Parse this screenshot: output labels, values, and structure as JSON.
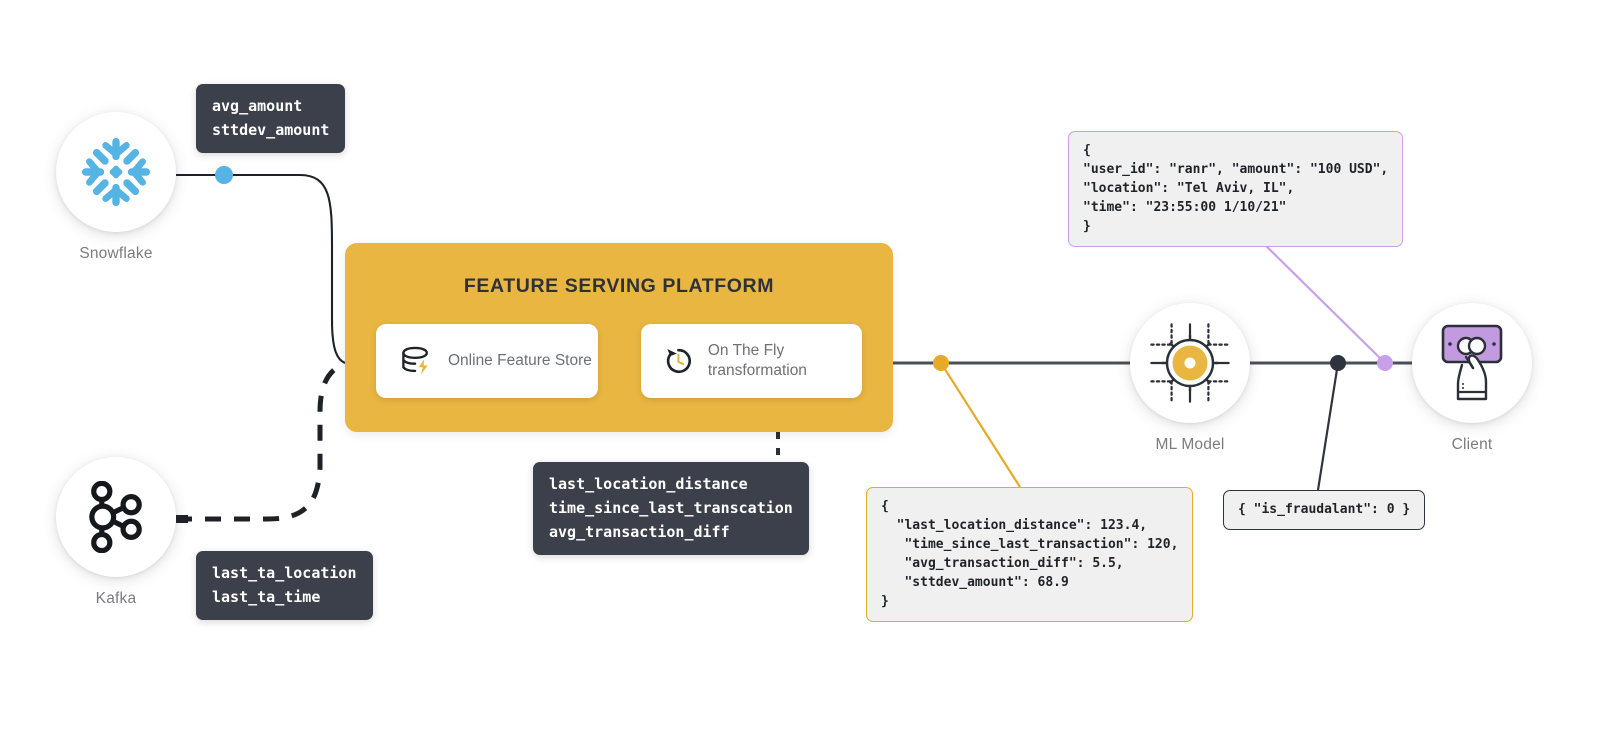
{
  "diagram": {
    "title": "Feature Serving Platform data flow",
    "colors": {
      "platform_yellow": "#e9b641",
      "accent_yellow": "#e6ab26",
      "snowflake_blue": "#56b4e4",
      "client_purple": "#c9a0e8",
      "dark": "#3b404a",
      "caption_gray": "#7b7b82"
    }
  },
  "sources": [
    {
      "id": "snowflake",
      "label": "Snowflake",
      "icon": "snowflake-icon"
    },
    {
      "id": "kafka",
      "label": "Kafka",
      "icon": "kafka-icon"
    }
  ],
  "endpoints": [
    {
      "id": "ml-model",
      "label": "ML Model",
      "icon": "gear-icon"
    },
    {
      "id": "client",
      "label": "Client",
      "icon": "hand-holding-phone-icon"
    }
  ],
  "feature_labels": {
    "snowflake": "avg_amount\nsttdev_amount",
    "kafka": "last_ta_location\nlast_ta_time",
    "on_the_fly": "last_location_distance\ntime_since_last_transcation\navg_transaction_diff"
  },
  "platform": {
    "title": "FEATURE SERVING PLATFORM",
    "cards": [
      {
        "id": "online-feature-store",
        "label": "Online Feature\nStore",
        "icon": "database-bolt-icon"
      },
      {
        "id": "on-the-fly-transformation",
        "label": "On The Fly\ntransformation",
        "icon": "clock-rotate-icon"
      }
    ]
  },
  "payloads": {
    "request": "{\n\"user_id\": \"ranr\", \"amount\": \"100 USD\",\n\"location\": \"Tel Aviv, IL\",\n\"time\": \"23:55:00 1/10/21\"\n}",
    "features": "{\n  \"last_location_distance\": 123.4,\n   \"time_since_last_transaction\": 120,\n   \"avg_transaction_diff\": 5.5,\n   \"sttdev_amount\": 68.9\n}",
    "prediction": "{ \"is_fraudalant\": 0 }"
  }
}
